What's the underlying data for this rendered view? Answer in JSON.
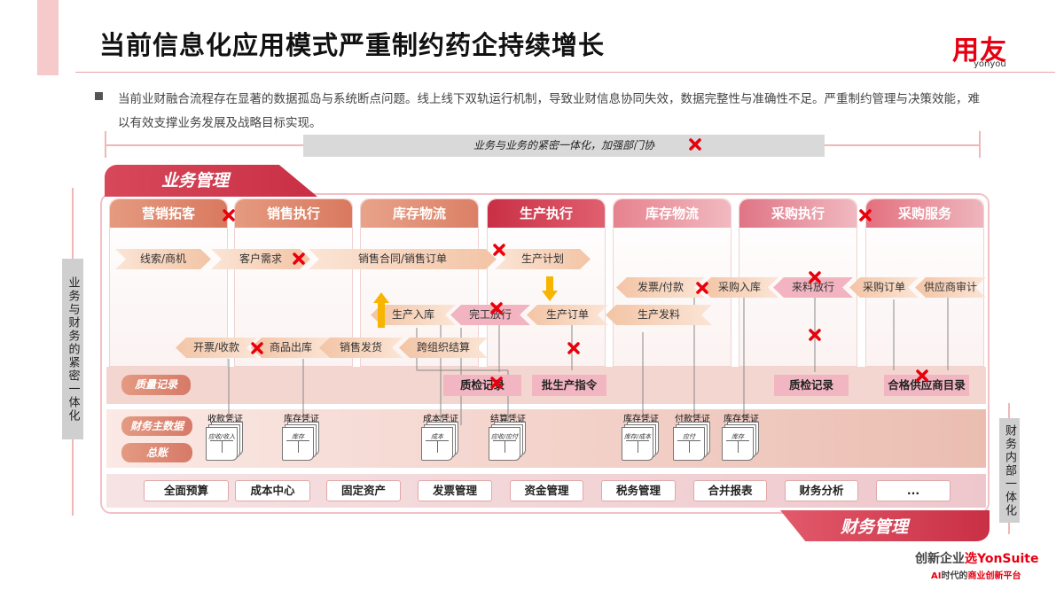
{
  "header": {
    "title": "当前信息化应用模式严重制约药企持续增长",
    "logo_cn": "用友",
    "logo_en": "yonyou"
  },
  "intro": "当前业财融合流程存在显著的数据孤岛与系统断点问题。线上线下双轨运行机制，导致业财信息协同失效，数据完整性与准确性不足。严重制约管理与决策效能，难以有效支撑业务发展及战略目标实现。",
  "banner": "业务与业务的紧密一体化，加强部门协",
  "left_label": "业务与财务的紧密一体化",
  "right_label": "财务内部一体化",
  "biz_tab": "业务管理",
  "fin_tab": "财务管理",
  "columns": [
    "营销拓客",
    "销售执行",
    "库存物流",
    "生产执行",
    "库存物流",
    "采购执行",
    "采购服务"
  ],
  "flow": {
    "row1": [
      "线索/商机",
      "客户需求",
      "销售合同/销售订单",
      "生产计划"
    ],
    "row2": [
      "发票/付款",
      "采购入库",
      "来料放行",
      "采购订单",
      "供应商审计"
    ],
    "row3": [
      "生产入库",
      "完工放行",
      "生产订单",
      "生产发料"
    ],
    "row4": [
      "开票/收款",
      "商品出库",
      "销售发货",
      "跨组织结算"
    ]
  },
  "quality": {
    "label": "质量记录",
    "boxes": [
      "质检记录",
      "批生产指令",
      "质检记录",
      "合格供应商目录"
    ]
  },
  "finance": {
    "master_label": "财务主数据",
    "ledger_label": "总账",
    "vouchers": [
      {
        "title": "收款凭证",
        "doc": "应收/收入"
      },
      {
        "title": "库存凭证",
        "doc": "库存"
      },
      {
        "title": "成本凭证",
        "doc": "成本"
      },
      {
        "title": "结算凭证",
        "doc": "应收/应付"
      },
      {
        "title": "库存凭证",
        "doc": "库存/成本"
      },
      {
        "title": "付款凭证",
        "doc": "应付"
      },
      {
        "title": "库存凭证",
        "doc": "库存"
      }
    ]
  },
  "modules": [
    "全面预算",
    "成本中心",
    "固定资产",
    "发票管理",
    "资金管理",
    "税务管理",
    "合并报表",
    "财务分析",
    "..."
  ],
  "footer": {
    "slogan_a": "创新企业",
    "slogan_b": "选YonSuite",
    "sub_a": "AI",
    "sub_b": "时代的",
    "sub_c": "商业创新平台"
  },
  "colors": {
    "brand": "#e60012",
    "accent": "#c92f45",
    "error_mark": "#e8000b"
  }
}
